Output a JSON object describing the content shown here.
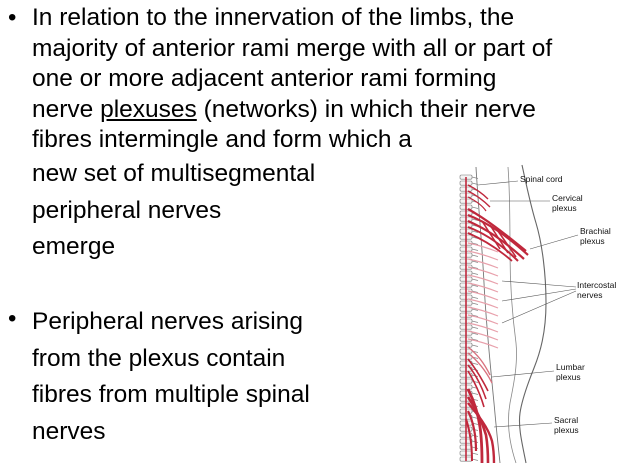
{
  "bullets": [
    {
      "lines": [
        "In relation to the innervation of the limbs, the",
        "majority of anterior rami merge with all or part of",
        "one or more adjacent anterior rami forming",
        "fibres intermingle and form which a"
      ],
      "line4_prefix": "nerve ",
      "line4_underlined": "plexuses",
      "line4_suffix": " (networks) in which their nerve",
      "continuation": [
        "new set of multisegmental",
        "peripheral nerves",
        "emerge"
      ]
    },
    {
      "lines": [
        "Peripheral nerves arising",
        "from the plexus contain",
        "fibres from multiple spinal",
        "nerves"
      ]
    }
  ],
  "figure": {
    "labels": {
      "spinal_cord": "Spinal cord",
      "cervical_1": "Cervical",
      "cervical_2": "plexus",
      "brachial_1": "Brachial",
      "brachial_2": "plexus",
      "intercostal_1": "Intercostal",
      "intercostal_2": "nerves",
      "lumbar_1": "Lumbar",
      "lumbar_2": "plexus",
      "sacral_1": "Sacral",
      "sacral_2": "plexus"
    },
    "colors": {
      "nerve": "#c0283c",
      "nerve_light": "#e8a0ab",
      "outline": "#555555"
    }
  }
}
